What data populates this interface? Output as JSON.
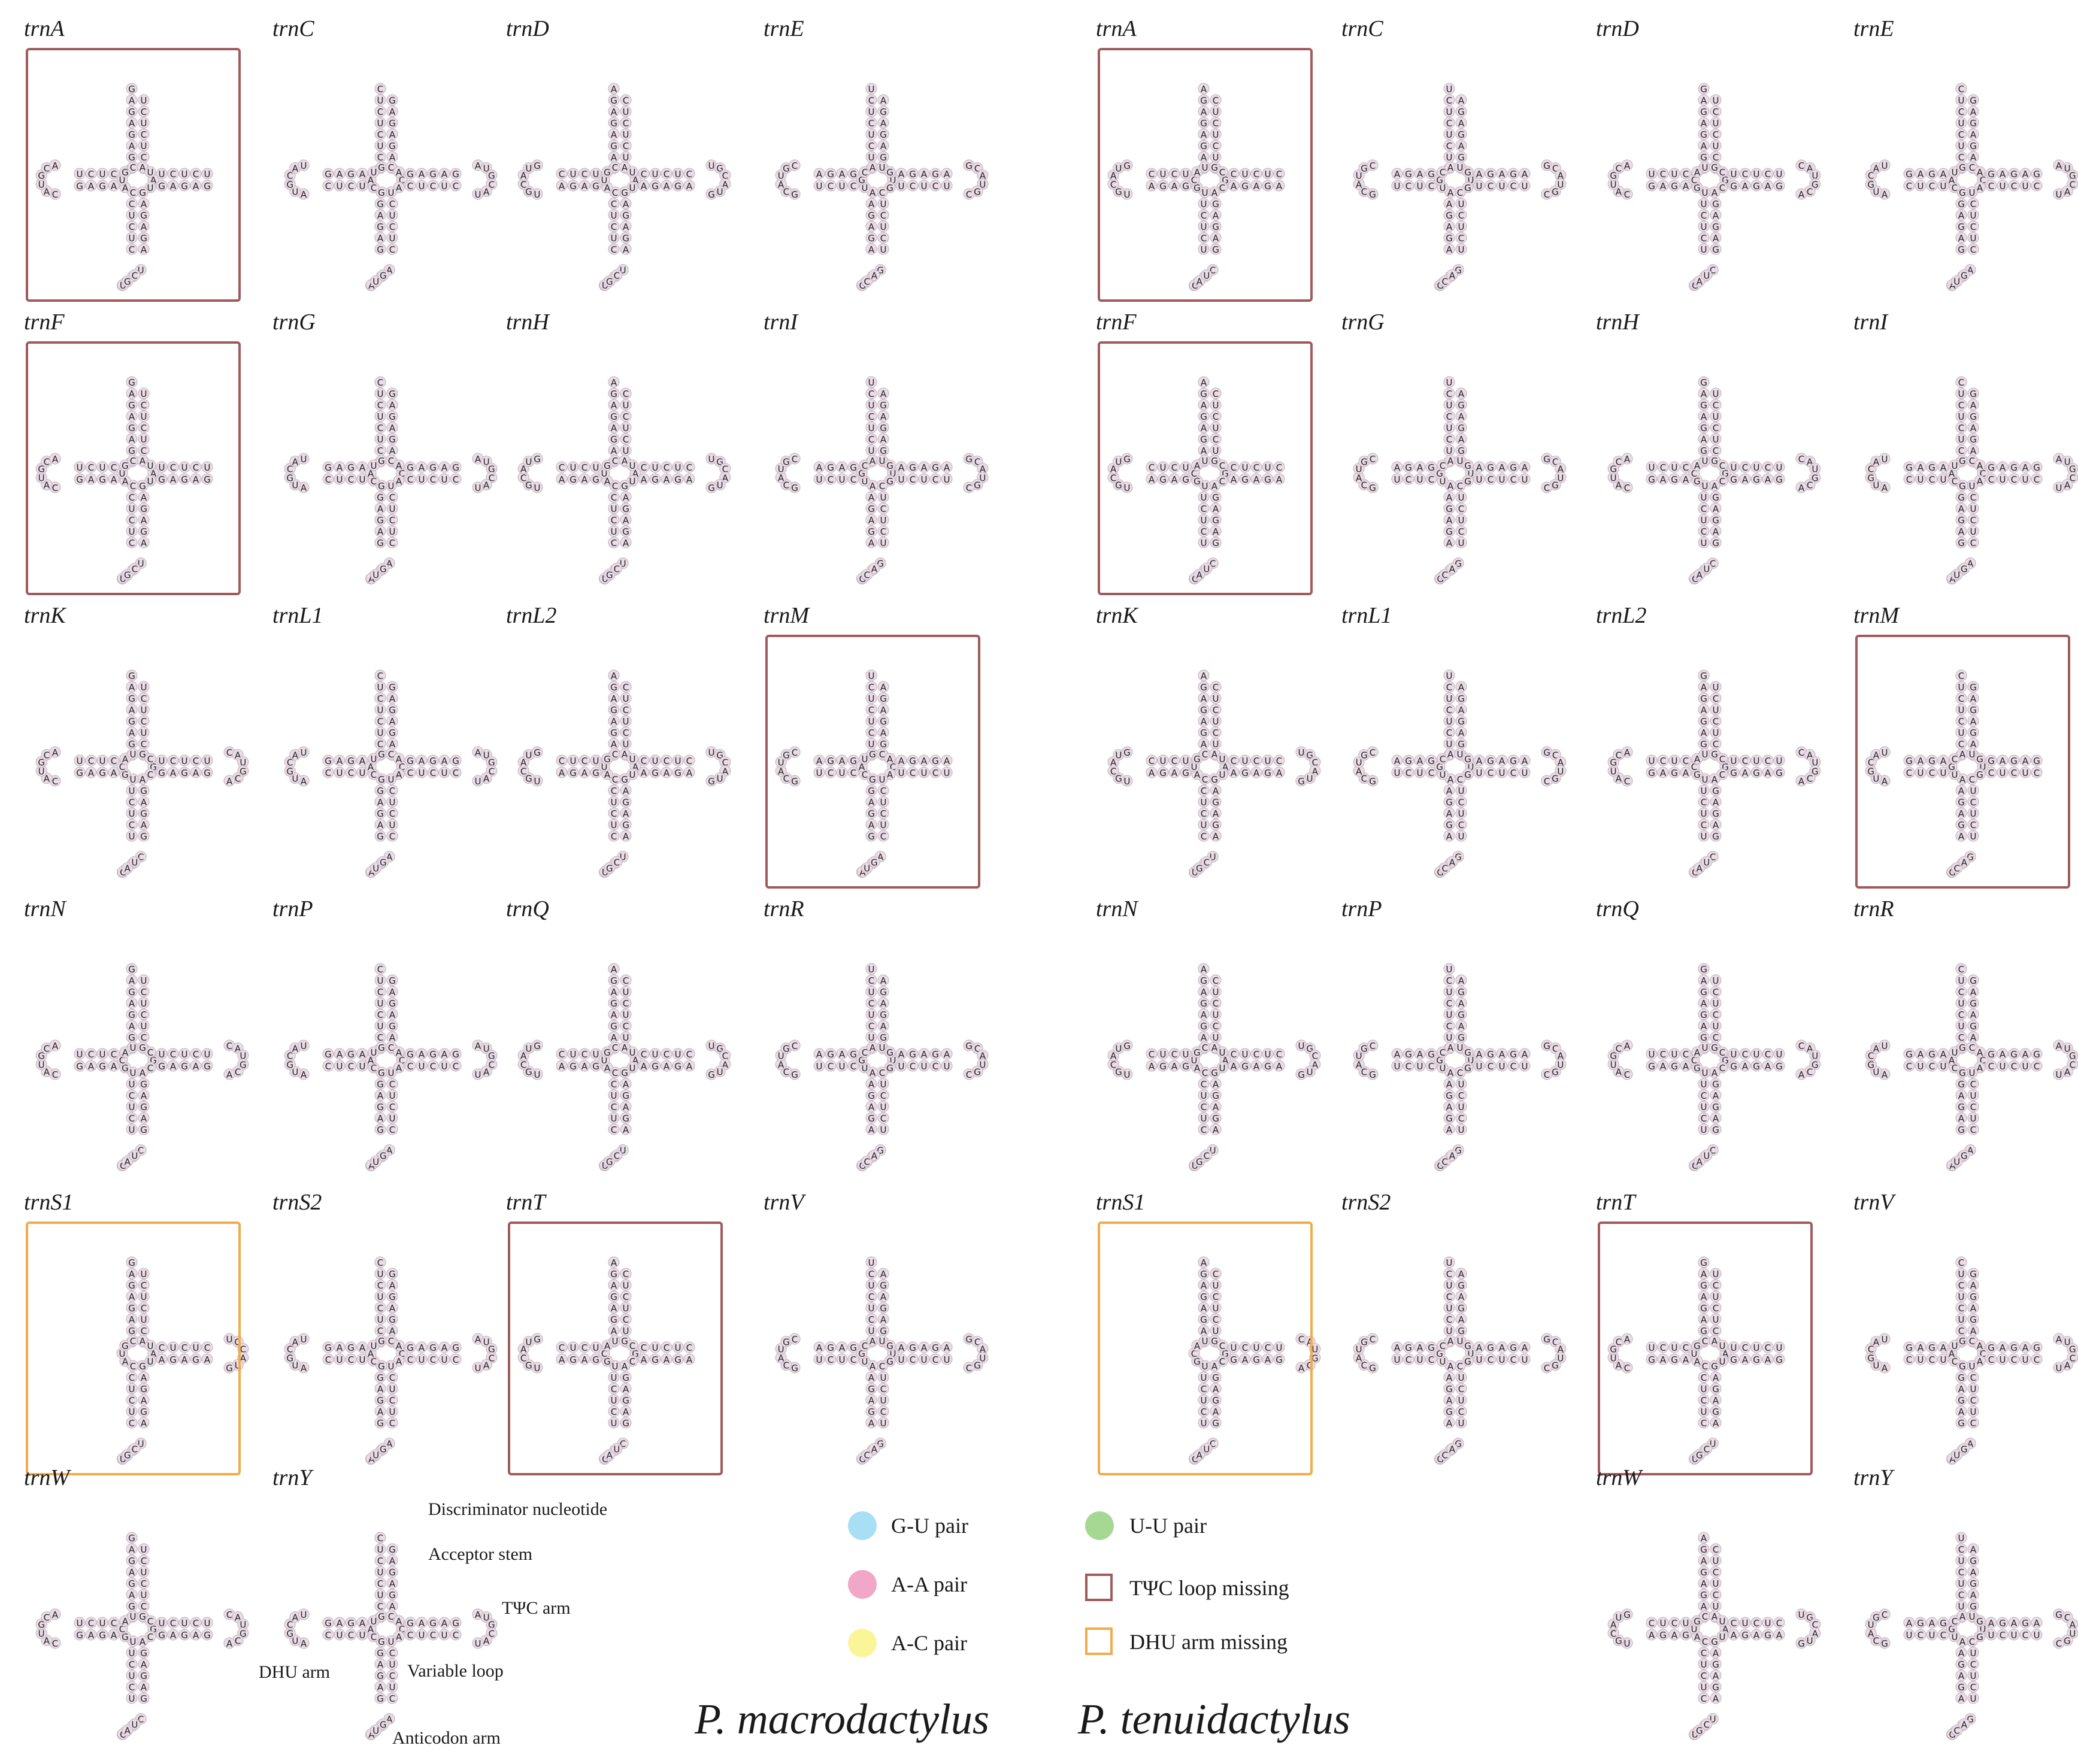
{
  "panels": {
    "p_macrodactylus": [
      {
        "label": "trnA",
        "highlight": "tpsic"
      },
      {
        "label": "trnC",
        "highlight": ""
      },
      {
        "label": "trnD",
        "highlight": ""
      },
      {
        "label": "trnE",
        "highlight": ""
      },
      {
        "label": "trnF",
        "highlight": "tpsic"
      },
      {
        "label": "trnG",
        "highlight": ""
      },
      {
        "label": "trnH",
        "highlight": ""
      },
      {
        "label": "trnI",
        "highlight": ""
      },
      {
        "label": "trnK",
        "highlight": ""
      },
      {
        "label": "trnL1",
        "highlight": ""
      },
      {
        "label": "trnL2",
        "highlight": ""
      },
      {
        "label": "trnM",
        "highlight": "tpsic"
      },
      {
        "label": "trnN",
        "highlight": ""
      },
      {
        "label": "trnP",
        "highlight": ""
      },
      {
        "label": "trnQ",
        "highlight": ""
      },
      {
        "label": "trnR",
        "highlight": ""
      },
      {
        "label": "trnS1",
        "highlight": "dhu"
      },
      {
        "label": "trnS2",
        "highlight": ""
      },
      {
        "label": "trnT",
        "highlight": "tpsic"
      },
      {
        "label": "trnV",
        "highlight": ""
      },
      {
        "label": "trnW",
        "highlight": ""
      },
      {
        "label": "trnY",
        "highlight": ""
      }
    ],
    "p_tenuidactylus": [
      {
        "label": "trnA",
        "highlight": "tpsic"
      },
      {
        "label": "trnC",
        "highlight": ""
      },
      {
        "label": "trnD",
        "highlight": ""
      },
      {
        "label": "trnE",
        "highlight": ""
      },
      {
        "label": "trnF",
        "highlight": "tpsic"
      },
      {
        "label": "trnG",
        "highlight": ""
      },
      {
        "label": "trnH",
        "highlight": ""
      },
      {
        "label": "trnI",
        "highlight": ""
      },
      {
        "label": "trnK",
        "highlight": ""
      },
      {
        "label": "trnL1",
        "highlight": ""
      },
      {
        "label": "trnL2",
        "highlight": ""
      },
      {
        "label": "trnM",
        "highlight": "tpsic"
      },
      {
        "label": "trnN",
        "highlight": ""
      },
      {
        "label": "trnP",
        "highlight": ""
      },
      {
        "label": "trnQ",
        "highlight": ""
      },
      {
        "label": "trnR",
        "highlight": ""
      },
      {
        "label": "trnS1",
        "highlight": "dhu"
      },
      {
        "label": "trnS2",
        "highlight": ""
      },
      {
        "label": "trnT",
        "highlight": "tpsic"
      },
      {
        "label": "trnV",
        "highlight": ""
      },
      {
        "label": "trnW",
        "highlight": ""
      },
      {
        "label": "trnY",
        "highlight": ""
      }
    ]
  },
  "annotations": {
    "discriminator": "Discriminator nucleotide",
    "acceptor": "Acceptor stem",
    "tpsic_arm": "TΨC arm",
    "dhu_arm": "DHU arm",
    "variable_loop": "Variable loop",
    "anticodon_arm": "Anticodon arm"
  },
  "legend": {
    "gu": "G-U pair",
    "aa": "A-A pair",
    "ac": "A-C pair",
    "uu": "U-U pair",
    "tpsic_missing": "TΨC loop missing",
    "dhu_missing": "DHU arm missing"
  },
  "colors": {
    "nucleotide": "#e9dde6",
    "gu": "#a9dff5",
    "aa": "#f2a6c8",
    "ac": "#fbf59a",
    "uu": "#a7d893",
    "tpsic_box": "#a05a5a",
    "dhu_box": "#f0ab4a"
  },
  "species": {
    "left": "P. macrodactylus",
    "right": "P. tenuidactylus"
  }
}
